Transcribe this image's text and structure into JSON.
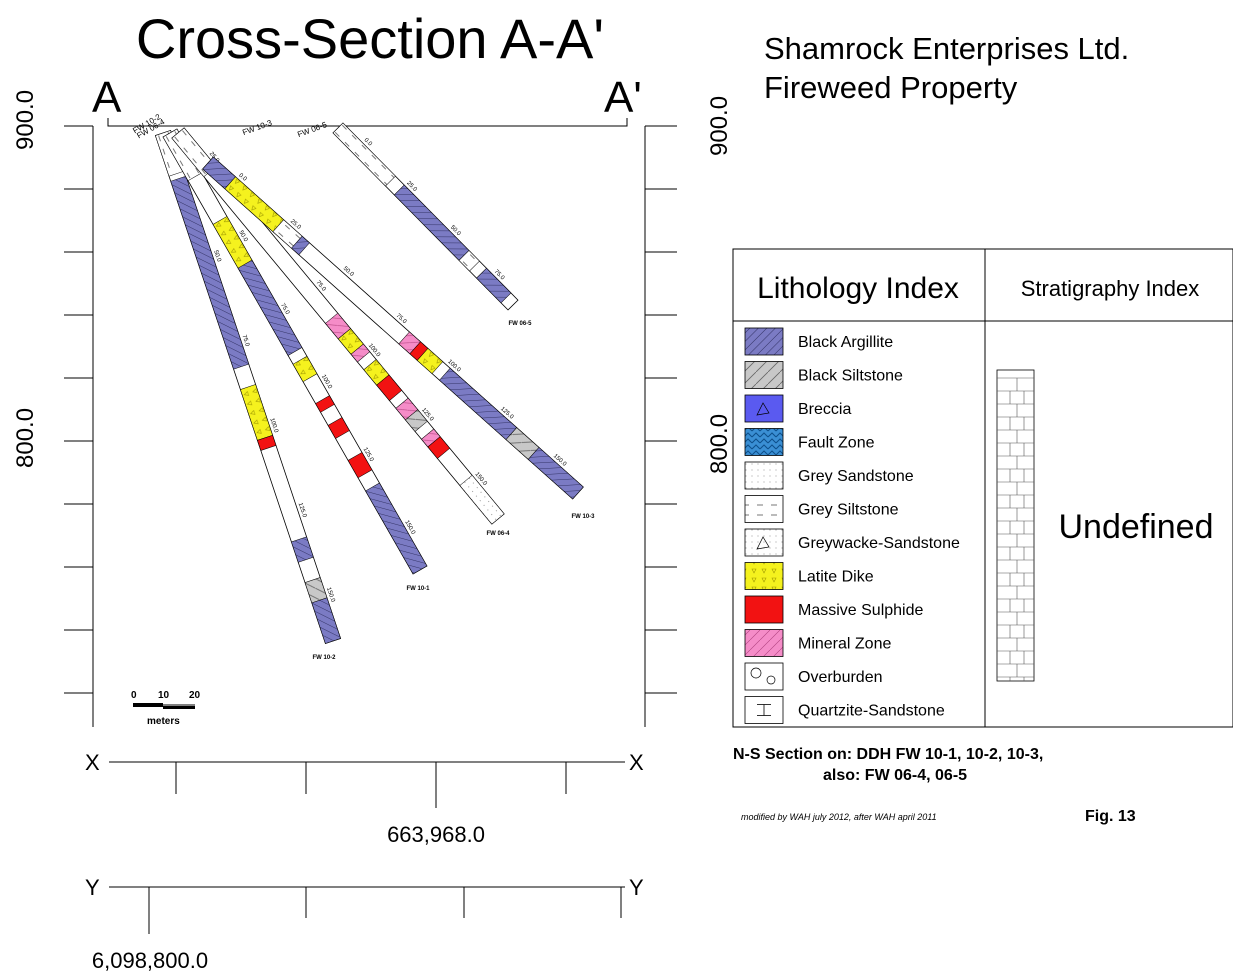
{
  "title": "Cross-Section A-A'",
  "company": {
    "line1": "Shamrock Enterprises Ltd.",
    "line2": "Fireweed Property"
  },
  "section_ends": {
    "left": "A",
    "right": "A'"
  },
  "elevation_labels": {
    "top": "900.0",
    "mid": "800.0"
  },
  "drill_holes": [
    {
      "name": "FW 10-2",
      "depth_labels": [
        "25.0",
        "50.0",
        "75.0",
        "100.0",
        "125.0",
        "150.0"
      ]
    },
    {
      "name": "FW 10-1",
      "depth_labels": [
        "25.0",
        "50.0",
        "75.0",
        "100.0",
        "125.0",
        "150.0"
      ]
    },
    {
      "name": "FW 06-4",
      "depth_labels": [
        "25.0",
        "50.0",
        "75.0",
        "100.0",
        "125.0",
        "150.0"
      ]
    },
    {
      "name": "FW 10-3",
      "depth_labels": [
        "0.0",
        "25.0",
        "50.0",
        "75.0",
        "100.0",
        "125.0",
        "150.0"
      ]
    },
    {
      "name": "FW 06-5",
      "depth_labels": [
        "0.0",
        "25.0",
        "50.0",
        "75.0"
      ]
    }
  ],
  "scale_bar": {
    "ticks": [
      "0",
      "10",
      "20"
    ],
    "unit": "meters"
  },
  "x_axis": {
    "label": "X",
    "value": "663,968.0"
  },
  "y_axis": {
    "label": "Y",
    "value": "6,098,800.0"
  },
  "legend": {
    "lithology_title": "Lithology Index",
    "stratigraphy_title": "Stratigraphy Index",
    "stratigraphy_value": "Undefined",
    "items": [
      {
        "label": "Black Argillite",
        "color": "#7b7bc4",
        "pattern": "hatch"
      },
      {
        "label": "Black Siltstone",
        "color": "#c8c8c8",
        "pattern": "diagonal"
      },
      {
        "label": "Breccia",
        "color": "#5a5af0",
        "pattern": "breccia"
      },
      {
        "label": "Fault Zone",
        "color": "#3a8fd4",
        "pattern": "zigzag"
      },
      {
        "label": "Grey Sandstone",
        "color": "#ffffff",
        "pattern": "dots"
      },
      {
        "label": "Grey Siltstone",
        "color": "#ffffff",
        "pattern": "dash"
      },
      {
        "label": "Greywacke-Sandstone",
        "color": "#ffffff",
        "pattern": "grains"
      },
      {
        "label": "Latite Dike",
        "color": "#f5f21e",
        "pattern": "triangles"
      },
      {
        "label": "Massive Sulphide",
        "color": "#f21212",
        "pattern": "solid"
      },
      {
        "label": "Mineral Zone",
        "color": "#f58cc8",
        "pattern": "lines"
      },
      {
        "label": "Overburden",
        "color": "#ffffff",
        "pattern": "pebbles"
      },
      {
        "label": "Quartzite-Sandstone",
        "color": "#ffffff",
        "pattern": "ibeam"
      }
    ]
  },
  "caption": {
    "line1": "N-S Section on: DDH FW 10-1, 10-2, 10-3,",
    "line2": "also: FW 06-4, 06-5",
    "credit": "modified by WAH july 2012,  after WAH april 2011",
    "figure": "Fig. 13"
  }
}
